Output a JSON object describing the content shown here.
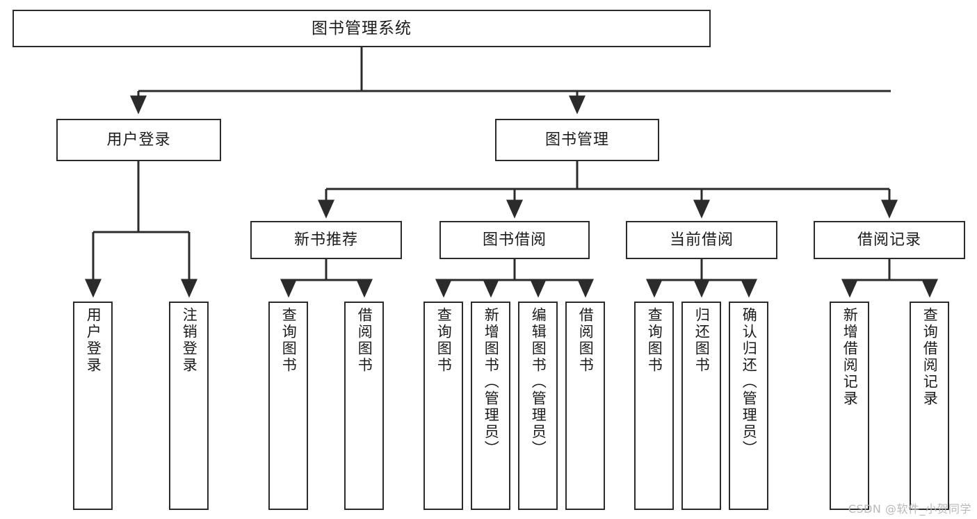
{
  "diagram": {
    "title": "图书管理系统",
    "type": "tree-hierarchy-chart",
    "orientation": "top-down",
    "stroke_color": "#2b2b2b",
    "fill_color": "#ffffff",
    "text_color": "#1b1b1b",
    "levels": 4
  },
  "root": {
    "label": "图书管理系统"
  },
  "level2": [
    {
      "label": "用户登录"
    },
    {
      "label": "图书管理"
    }
  ],
  "level3": [
    {
      "label": "新书推荐"
    },
    {
      "label": "图书借阅"
    },
    {
      "label": "当前借阅"
    },
    {
      "label": "借阅记录"
    }
  ],
  "leaves": {
    "user_login": [
      {
        "label": "用户登录"
      },
      {
        "label": "注销登录"
      }
    ],
    "new_book_recommend": [
      {
        "label": "查询图书"
      },
      {
        "label": "借阅图书"
      }
    ],
    "book_borrow": [
      {
        "label": "查询图书"
      },
      {
        "label": "新增图书（管理员）"
      },
      {
        "label": "编辑图书（管理员）"
      },
      {
        "label": "借阅图书"
      }
    ],
    "current_borrow": [
      {
        "label": "查询图书"
      },
      {
        "label": "归还图书"
      },
      {
        "label": "确认归还（管理员）"
      }
    ],
    "borrow_record": [
      {
        "label": "新增借阅记录"
      },
      {
        "label": "查询借阅记录"
      }
    ]
  },
  "watermark": {
    "text": "CSDN @软件_小贺同学"
  }
}
